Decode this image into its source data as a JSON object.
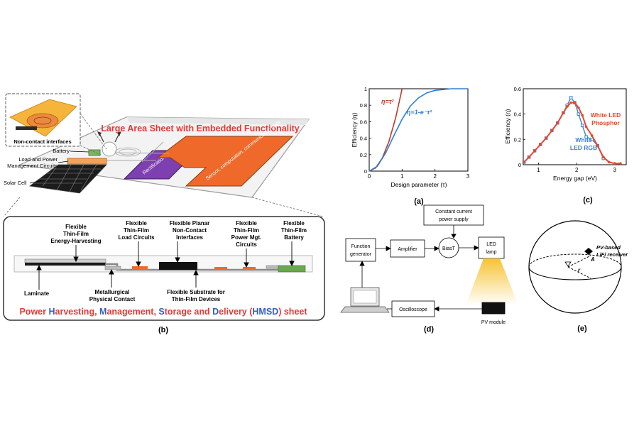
{
  "panel_b": {
    "inset_label": "Non-contact interfaces",
    "sheet_title": "Large Area Sheet with Embedded Functionality",
    "labels": {
      "battery": "Battery",
      "load_power_1": "Load and Power",
      "load_power_2": "Management Circuits",
      "solar_cell": "Solar Cell",
      "rectification": "Rectification, regulation, ...",
      "sensor": "Sensor, computation, communication units ..."
    },
    "cross_section": {
      "energy_harvesting": [
        "Flexible",
        "Thin-Film",
        "Energy-Harvesting"
      ],
      "load_circuits": [
        "Flexible",
        "Thin-Film",
        "Load Circuits"
      ],
      "non_contact": [
        "Flexible Planar",
        "Non-Contact",
        "Interfaces"
      ],
      "power_mgt": [
        "Flexible",
        "Thin-Film",
        "Power Mgt.",
        "Circuits"
      ],
      "battery": [
        "Flexible",
        "Thin-Film",
        "Battery"
      ],
      "laminate": "Laminate",
      "metallurgical": [
        "Metallurgical",
        "Physical Contact"
      ],
      "substrate": [
        "Flexible Substrate for",
        "Thin-Film Devices"
      ]
    },
    "bottom_title": {
      "part1": "Power ",
      "H": "H",
      "part2": "arvesting, ",
      "M": "M",
      "part3": "anagement, ",
      "S": "S",
      "part4": "torage and ",
      "D": "D",
      "part5": "elivery (",
      "HMSD": "HMSD",
      "part6": ") sheet"
    },
    "caption": "(b)"
  },
  "panel_a": {
    "caption": "(a)",
    "ylabel": "Efficiency (η)",
    "xlabel": "Design parameter (τ)",
    "legend_red": "η=τ²",
    "legend_blue": "η=1-e⁻τ²",
    "xticks": [
      "0",
      "1",
      "2",
      "3"
    ],
    "yticks": [
      "0",
      "0.2",
      "0.4",
      "0.6",
      "0.8",
      "1"
    ],
    "colors": {
      "red": "#c0392b",
      "blue": "#2f7fd6"
    }
  },
  "panel_c": {
    "caption": "(c)",
    "ylabel": "Efficiency (η)",
    "xlabel": "Energy gap (eV)",
    "xticks": [
      "1",
      "2",
      "3"
    ],
    "yticks": [
      "0",
      "0.2",
      "0.4",
      "0.6"
    ],
    "legend_phosphor_1": "White LED",
    "legend_phosphor_2": "Phosphor",
    "legend_rgb_1": "White",
    "legend_rgb_2": "LED RGB",
    "colors": {
      "phosphor": "#e8472d",
      "rgb": "#3b82d6"
    }
  },
  "panel_d": {
    "caption": "(d)",
    "function_generator_1": "Function",
    "function_generator_2": "generator",
    "amplifier": "Amplifier",
    "power_supply_1": "Constant current",
    "power_supply_2": "power supply",
    "biast": "BiasT",
    "led_1": "LED",
    "led_2": "lamp",
    "oscilloscope": "Oscilloscope",
    "pv_module": "PV module"
  },
  "panel_e": {
    "caption": "(e)",
    "receiver_1": "PV-based",
    "receiver_2": "LiFi receiver",
    "point": "A",
    "radius": "r"
  },
  "chart_data": [
    {
      "type": "line",
      "panel": "(a)",
      "xlabel": "Design parameter (τ)",
      "ylabel": "Efficiency (η)",
      "xlim": [
        0,
        3
      ],
      "ylim": [
        0,
        1
      ],
      "series": [
        {
          "name": "η=τ²",
          "x": [
            0,
            0.2,
            0.4,
            0.6,
            0.8,
            1.0
          ],
          "y": [
            0,
            0.04,
            0.16,
            0.36,
            0.64,
            1.0
          ]
        },
        {
          "name": "η=1-e⁻τ²",
          "x": [
            0,
            0.25,
            0.5,
            0.75,
            1.0,
            1.25,
            1.5,
            1.75,
            2.0,
            2.5,
            3.0
          ],
          "y": [
            0,
            0.06,
            0.22,
            0.43,
            0.63,
            0.79,
            0.89,
            0.95,
            0.98,
            1.0,
            1.0
          ]
        }
      ]
    },
    {
      "type": "line",
      "panel": "(c)",
      "xlabel": "Energy gap (eV)",
      "ylabel": "Efficiency (η)",
      "xlim": [
        0.6,
        3.3
      ],
      "ylim": [
        0,
        0.6
      ],
      "series": [
        {
          "name": "White LED Phosphor",
          "x": [
            0.62,
            0.75,
            0.9,
            1.05,
            1.2,
            1.35,
            1.5,
            1.65,
            1.75,
            1.85,
            1.95,
            2.05,
            2.15,
            2.25,
            2.4,
            2.55,
            2.7,
            2.85,
            3.0,
            3.15
          ],
          "y": [
            0.02,
            0.06,
            0.11,
            0.16,
            0.21,
            0.27,
            0.33,
            0.41,
            0.46,
            0.49,
            0.49,
            0.45,
            0.39,
            0.3,
            0.23,
            0.15,
            0.06,
            0.02,
            0.01,
            0.01
          ]
        },
        {
          "name": "White LED RGB",
          "x": [
            0.62,
            0.75,
            0.9,
            1.05,
            1.2,
            1.35,
            1.5,
            1.65,
            1.75,
            1.85,
            1.95,
            2.05,
            2.15,
            2.25,
            2.4,
            2.55,
            2.7
          ],
          "y": [
            0.02,
            0.06,
            0.11,
            0.16,
            0.21,
            0.27,
            0.33,
            0.41,
            0.47,
            0.53,
            0.49,
            0.4,
            0.31,
            0.22,
            0.2,
            0.15,
            0.05
          ]
        }
      ]
    }
  ]
}
